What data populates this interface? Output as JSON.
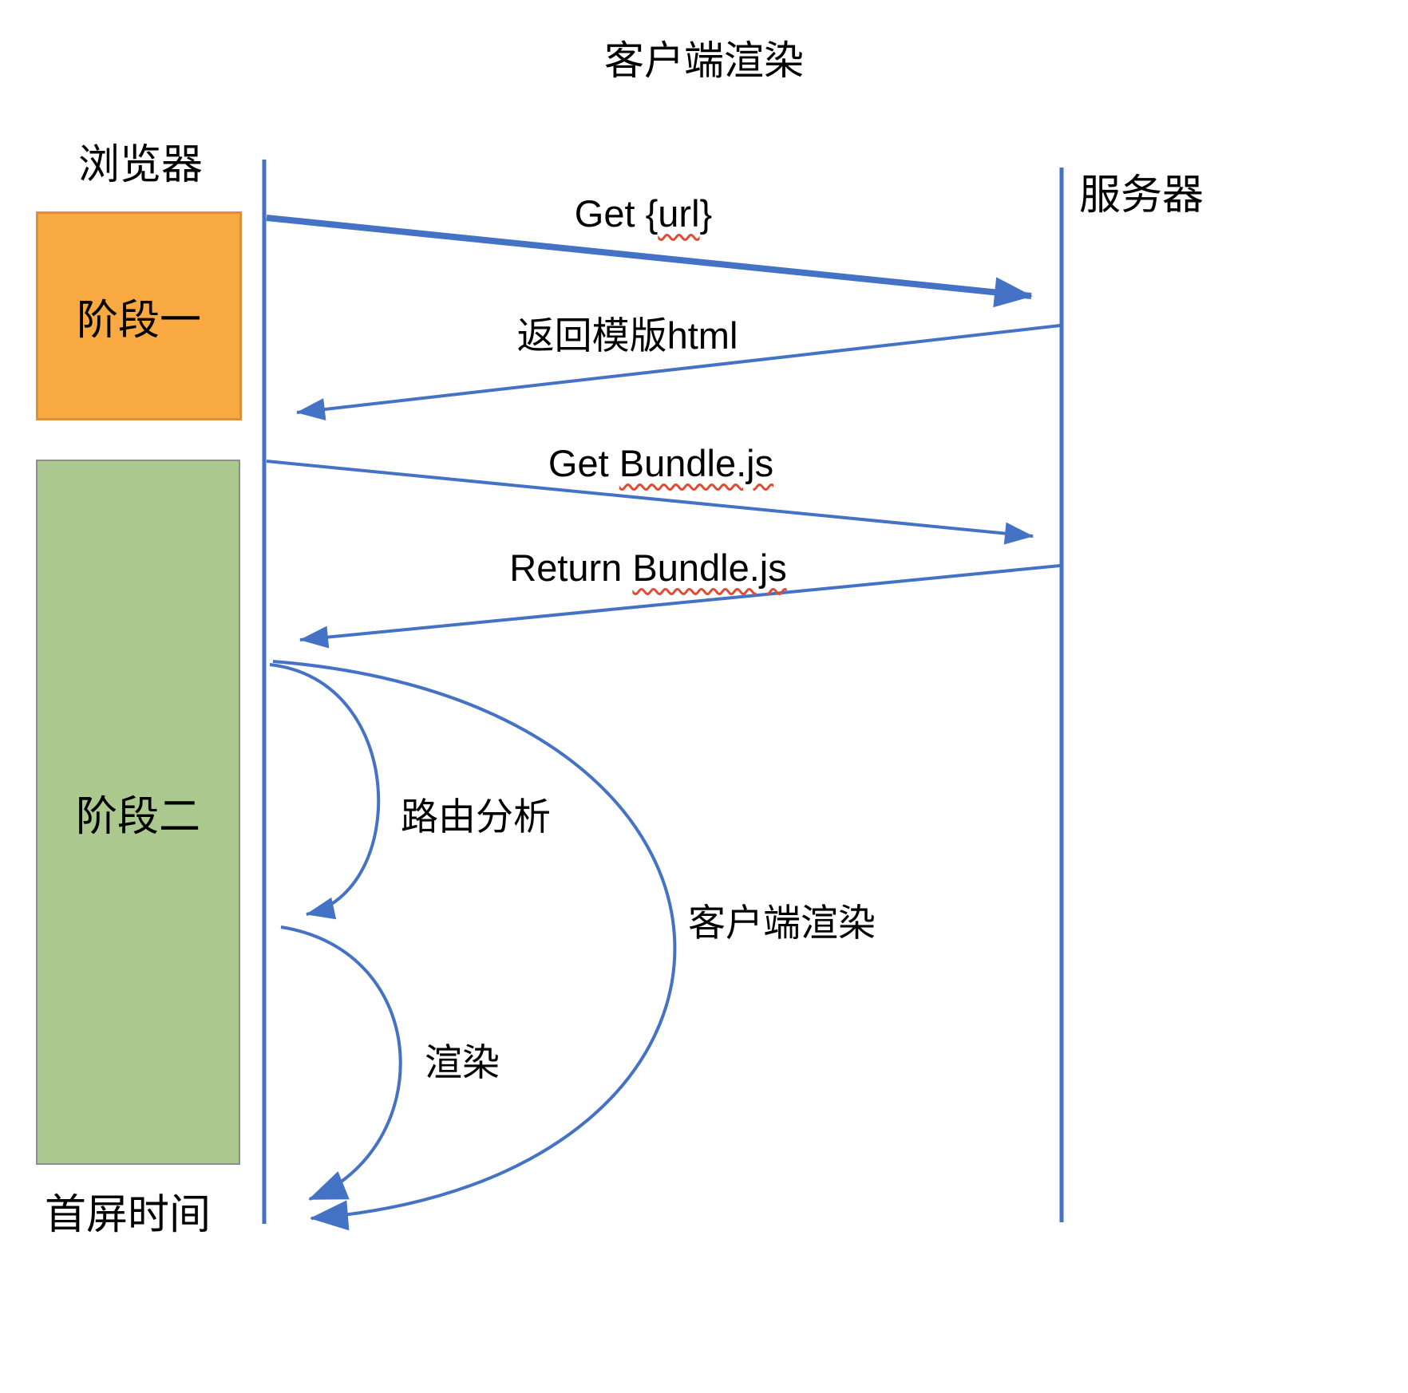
{
  "title": "客户端渲染",
  "actors": {
    "browser": "浏览器",
    "server": "服务器"
  },
  "phases": {
    "phase1": {
      "label": "阶段一",
      "fill": "#f8a942",
      "border": "#df8f39"
    },
    "phase2": {
      "label": "阶段二",
      "fill": "#abc98e",
      "border": "#8d8d8d"
    }
  },
  "footer_label": "首屏时间",
  "messages": {
    "get_url": {
      "pre": "Get {",
      "mark": "url",
      "post": "}"
    },
    "return_html": "返回模版html",
    "get_bundle": {
      "pre": "Get ",
      "mark": "Bundle.js",
      "post": ""
    },
    "return_bundle": {
      "pre": "Return ",
      "mark": "Bundle.js",
      "post": ""
    },
    "route_analysis": "路由分析",
    "client_render": "客户端渲染",
    "render": "渲染"
  },
  "colors": {
    "line": "#4472c4",
    "squiggle": "#e14b33"
  }
}
